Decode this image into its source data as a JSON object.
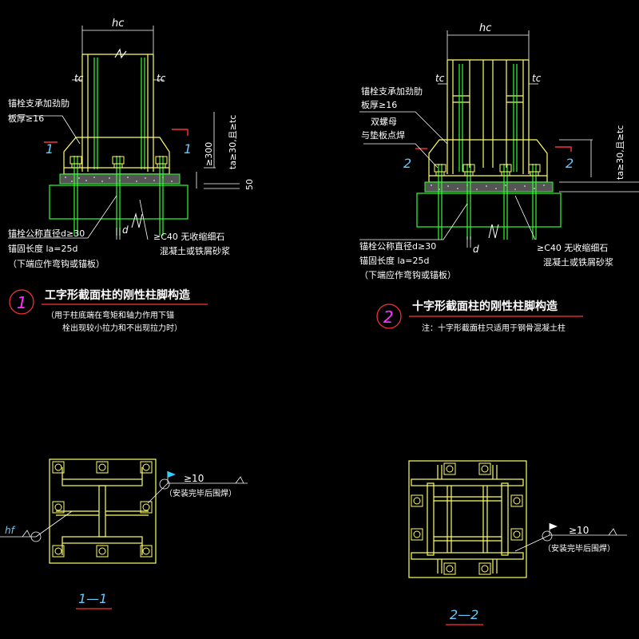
{
  "colors": {
    "background": "#000000",
    "steel": "#ffff66",
    "rebar": "#33ff33",
    "text": "#ffffff",
    "dimension": "#ffffff",
    "section_mark": "#ff3333",
    "label_blue": "#66ccff",
    "weld_flag": "#33ccff",
    "circle_magenta": "#ff33ff"
  },
  "dims": {
    "hc": "hc",
    "tc": "tc",
    "d": "d",
    "ta_limit": "ta≥30,且≥tc",
    "ge300": "≥300",
    "v50": "50"
  },
  "detail1": {
    "number": "1",
    "title": "工字形截面柱的刚性柱脚构造",
    "note_line1": "（用于柱底端在弯矩和轴力作用下锚",
    "note_line2": "栓出现较小拉力和不出现拉力时）",
    "stiffener_line1": "锚栓支承加劲肋",
    "stiffener_line2": "板厚≥16",
    "section_mark": "1",
    "anchor_line1": "锚栓公称直径d≥30",
    "anchor_line2": "锚固长度 la=25d",
    "anchor_line3": "（下端应作弯钩或锚板）",
    "grout_line1": "≥C40 无收缩细石",
    "grout_line2": "混凝土或铁屑砂浆"
  },
  "detail2": {
    "number": "2",
    "title": "十字形截面柱的刚性柱脚构造",
    "note": "注：十字形截面柱只适用于钢骨混凝土柱",
    "stiffener_line1": "锚栓支承加劲肋",
    "stiffener_line2": "板厚≥16",
    "nut_line1": "双螺母",
    "nut_line2": "与垫板点焊",
    "section_mark": "2",
    "anchor_line1": "锚栓公称直径d≥30",
    "anchor_line2": "锚固长度 la=25d",
    "anchor_line3": "（下端应作弯钩或锚板）",
    "grout_line1": "≥C40 无收缩细石",
    "grout_line2": "混凝土或铁屑砂浆"
  },
  "section1": {
    "label": "1—1",
    "weld": "≥10",
    "weld_note": "（安装完毕后围焊）",
    "hf": "hf"
  },
  "section2": {
    "label": "2—2",
    "weld": "≥10",
    "weld_note": "（安装完毕后围焊）"
  }
}
